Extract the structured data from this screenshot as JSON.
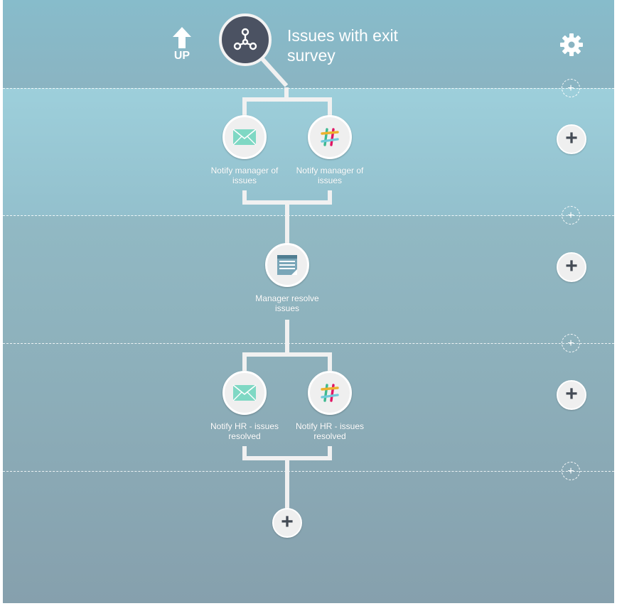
{
  "header": {
    "up_label": "UP",
    "title": "Issues with exit survey",
    "root_icon": "workflow-branch-icon",
    "settings_icon": "gear-icon"
  },
  "rows": [
    {
      "nodes": [
        {
          "label": "Notify manager of issues",
          "icon": "email-icon"
        },
        {
          "label": "Notify manager of issues",
          "icon": "slack-icon"
        }
      ]
    },
    {
      "nodes": [
        {
          "label": "Manager resolve issues",
          "icon": "form-icon"
        }
      ]
    },
    {
      "nodes": [
        {
          "label": "Notify HR - issues resolved",
          "icon": "email-icon"
        },
        {
          "label": "Notify HR - issues resolved",
          "icon": "slack-icon"
        }
      ]
    }
  ],
  "add_symbol": "+",
  "colors": {
    "root_bg": "#4b5262",
    "email_green": "#7fd8c4",
    "slack_blue": "#70cadb",
    "slack_green": "#3eb991",
    "slack_red": "#e01563",
    "slack_yellow": "#ecb22e"
  }
}
